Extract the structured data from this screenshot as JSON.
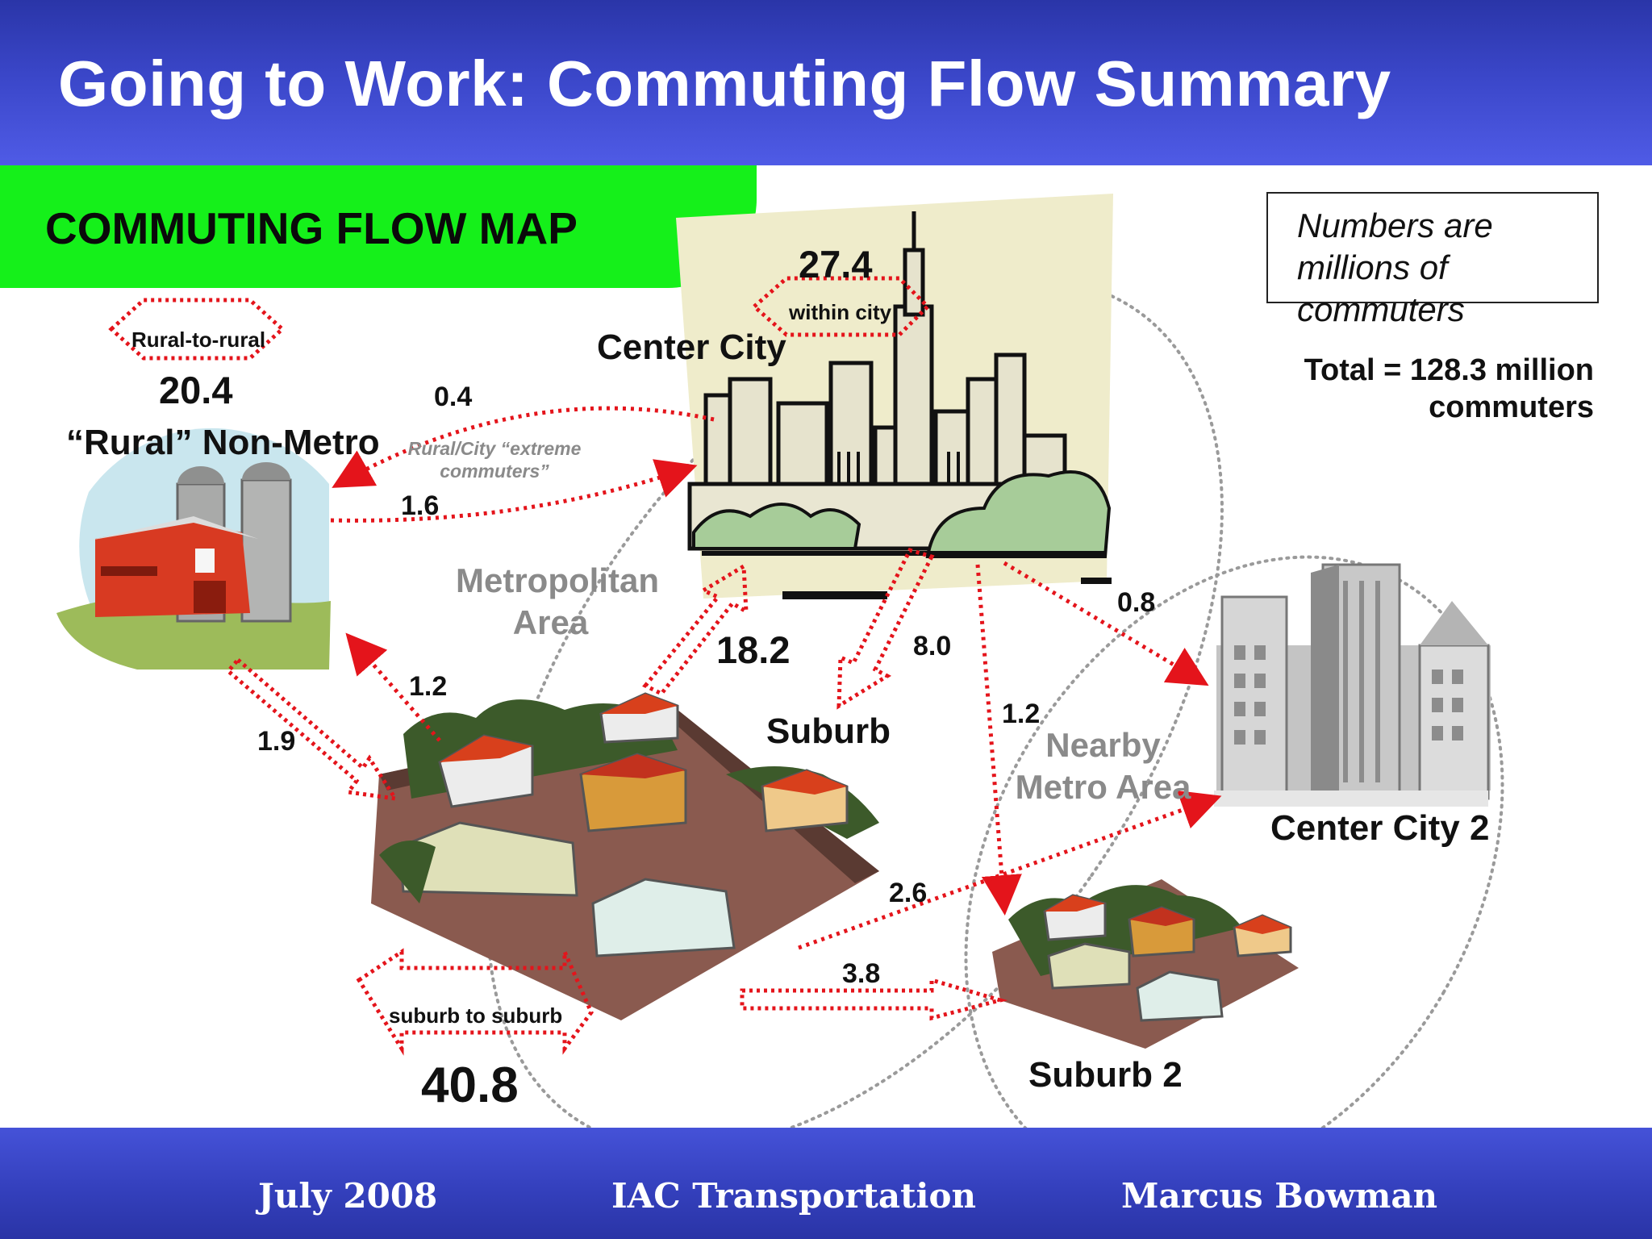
{
  "title": "Going to Work: Commuting Flow Summary",
  "banner": "COMMUTING FLOW MAP",
  "note": "Numbers are millions of commuters",
  "total": "Total = 128.3 million commuters",
  "places": {
    "center_city": "Center City",
    "rural": "“Rural” Non-Metro",
    "suburb": "Suburb",
    "center_city_2": "Center City 2",
    "suburb_2": "Suburb 2"
  },
  "areas": {
    "metropolitan": "Metropolitan Area",
    "nearby_metro": "Nearby Metro Area"
  },
  "internal_flows": {
    "within_city": {
      "label": "within city",
      "value": "27.4"
    },
    "rural_to_rural": {
      "label": "Rural-to-rural",
      "value": "20.4"
    },
    "suburb_to_suburb": {
      "label": "suburb to suburb",
      "value": "40.8"
    }
  },
  "extreme_note": "Rural/City “extreme commuters”",
  "flows": [
    {
      "from": "Center City",
      "to": "“Rural” Non-Metro",
      "value": "0.4"
    },
    {
      "from": "“Rural” Non-Metro",
      "to": "Center City",
      "value": "1.6"
    },
    {
      "from": "Suburb",
      "to": "Center City",
      "value": "18.2"
    },
    {
      "from": "Center City",
      "to": "Suburb",
      "value": "8.0"
    },
    {
      "from": "Center City",
      "to": "Center City 2",
      "value": "0.8"
    },
    {
      "from": "Center City",
      "to": "Suburb 2",
      "value": "1.2"
    },
    {
      "from": "Suburb",
      "to": "“Rural” Non-Metro",
      "value": "1.2"
    },
    {
      "from": "“Rural” Non-Metro",
      "to": "Suburb",
      "value": "1.9"
    },
    {
      "from": "Suburb",
      "to": "Center City 2",
      "value": "2.6"
    },
    {
      "from": "Suburb",
      "to": "Suburb 2",
      "value": "3.8"
    }
  ],
  "footer": {
    "date": "July 2008",
    "org": "IAC Transportation",
    "author": "Marcus Bowman"
  },
  "colors": {
    "header": "#3a46c8",
    "banner": "#15f01a",
    "arrow": "#e4141b"
  }
}
